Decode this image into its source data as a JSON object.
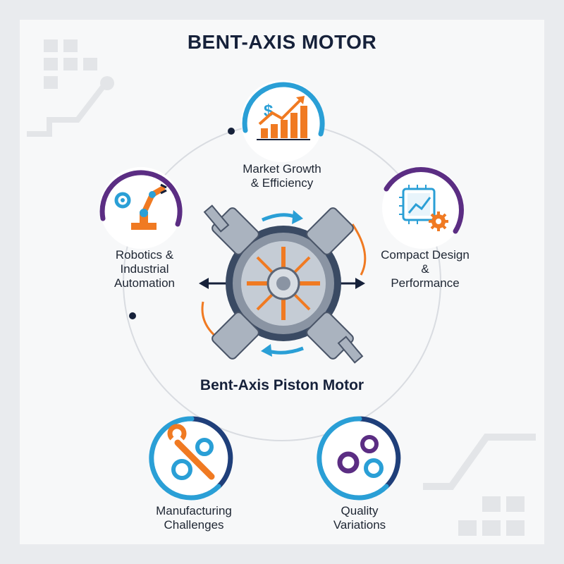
{
  "title": "BENT-AXIS MOTOR",
  "center_label": "Bent-Axis Piston Motor",
  "nodes": [
    {
      "id": "market",
      "label": "Market Growth\n& Efficiency",
      "icon": "chart-growth-icon",
      "ring_color": "#2a9fd6"
    },
    {
      "id": "compact",
      "label": "Compact Design\n&\nPerformance",
      "icon": "chip-gear-icon",
      "ring_color": "#5b2d83"
    },
    {
      "id": "quality",
      "label": "Quality\nVariations",
      "icon": "gears-icon",
      "ring_color": "#1f3f7a"
    },
    {
      "id": "manufacturing",
      "label": "Manufacturing\nChallenges",
      "icon": "wrench-gears-icon",
      "ring_color": "#1f3f7a"
    },
    {
      "id": "robotics",
      "label": "Robotics &\nIndustrial\nAutomation",
      "icon": "robot-arm-icon",
      "ring_color": "#5b2d83"
    }
  ],
  "colors": {
    "orange": "#f07a22",
    "blue": "#2a9fd6",
    "navy": "#16213a",
    "purple": "#5b2d83",
    "steel": "#8a94a3"
  }
}
